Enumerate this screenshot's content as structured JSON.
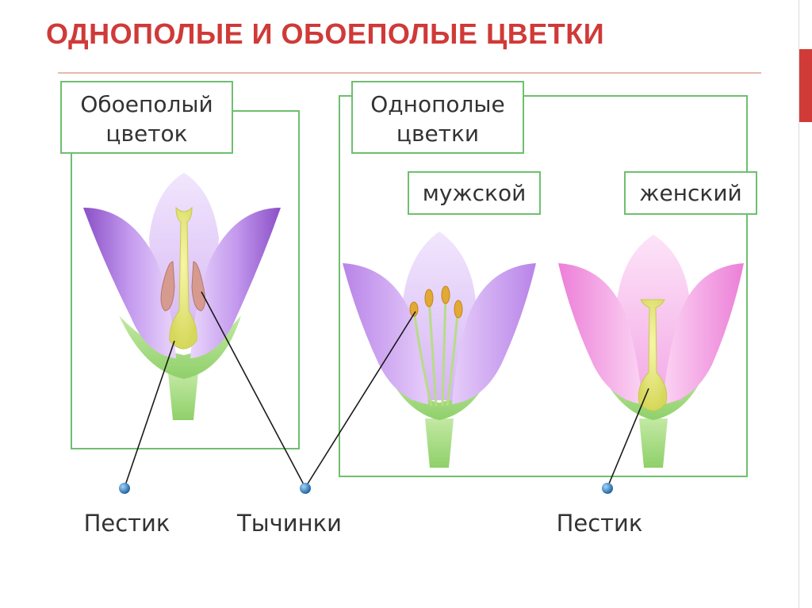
{
  "slide": {
    "title": "ОДНОПОЛЫЕ И ОБОЕПОЛЫЕ ЦВЕТКИ"
  },
  "diagram": {
    "bisexual_box": {
      "line1": "Обоеполый",
      "line2": "цветок"
    },
    "unisexual_box": {
      "line1": "Однополые",
      "line2": "цветки"
    },
    "male_label": "мужской",
    "female_label": "женский",
    "callouts": {
      "pistil_left": "Пестик",
      "stamens": "Тычинки",
      "pistil_right": "Пестик"
    }
  },
  "colors": {
    "title": "#cf3a38",
    "frame": "#6fbf6f",
    "petal_violet": "#b98ae6",
    "petal_pink": "#f090dc",
    "sepal_green": "#a9dc7f"
  }
}
